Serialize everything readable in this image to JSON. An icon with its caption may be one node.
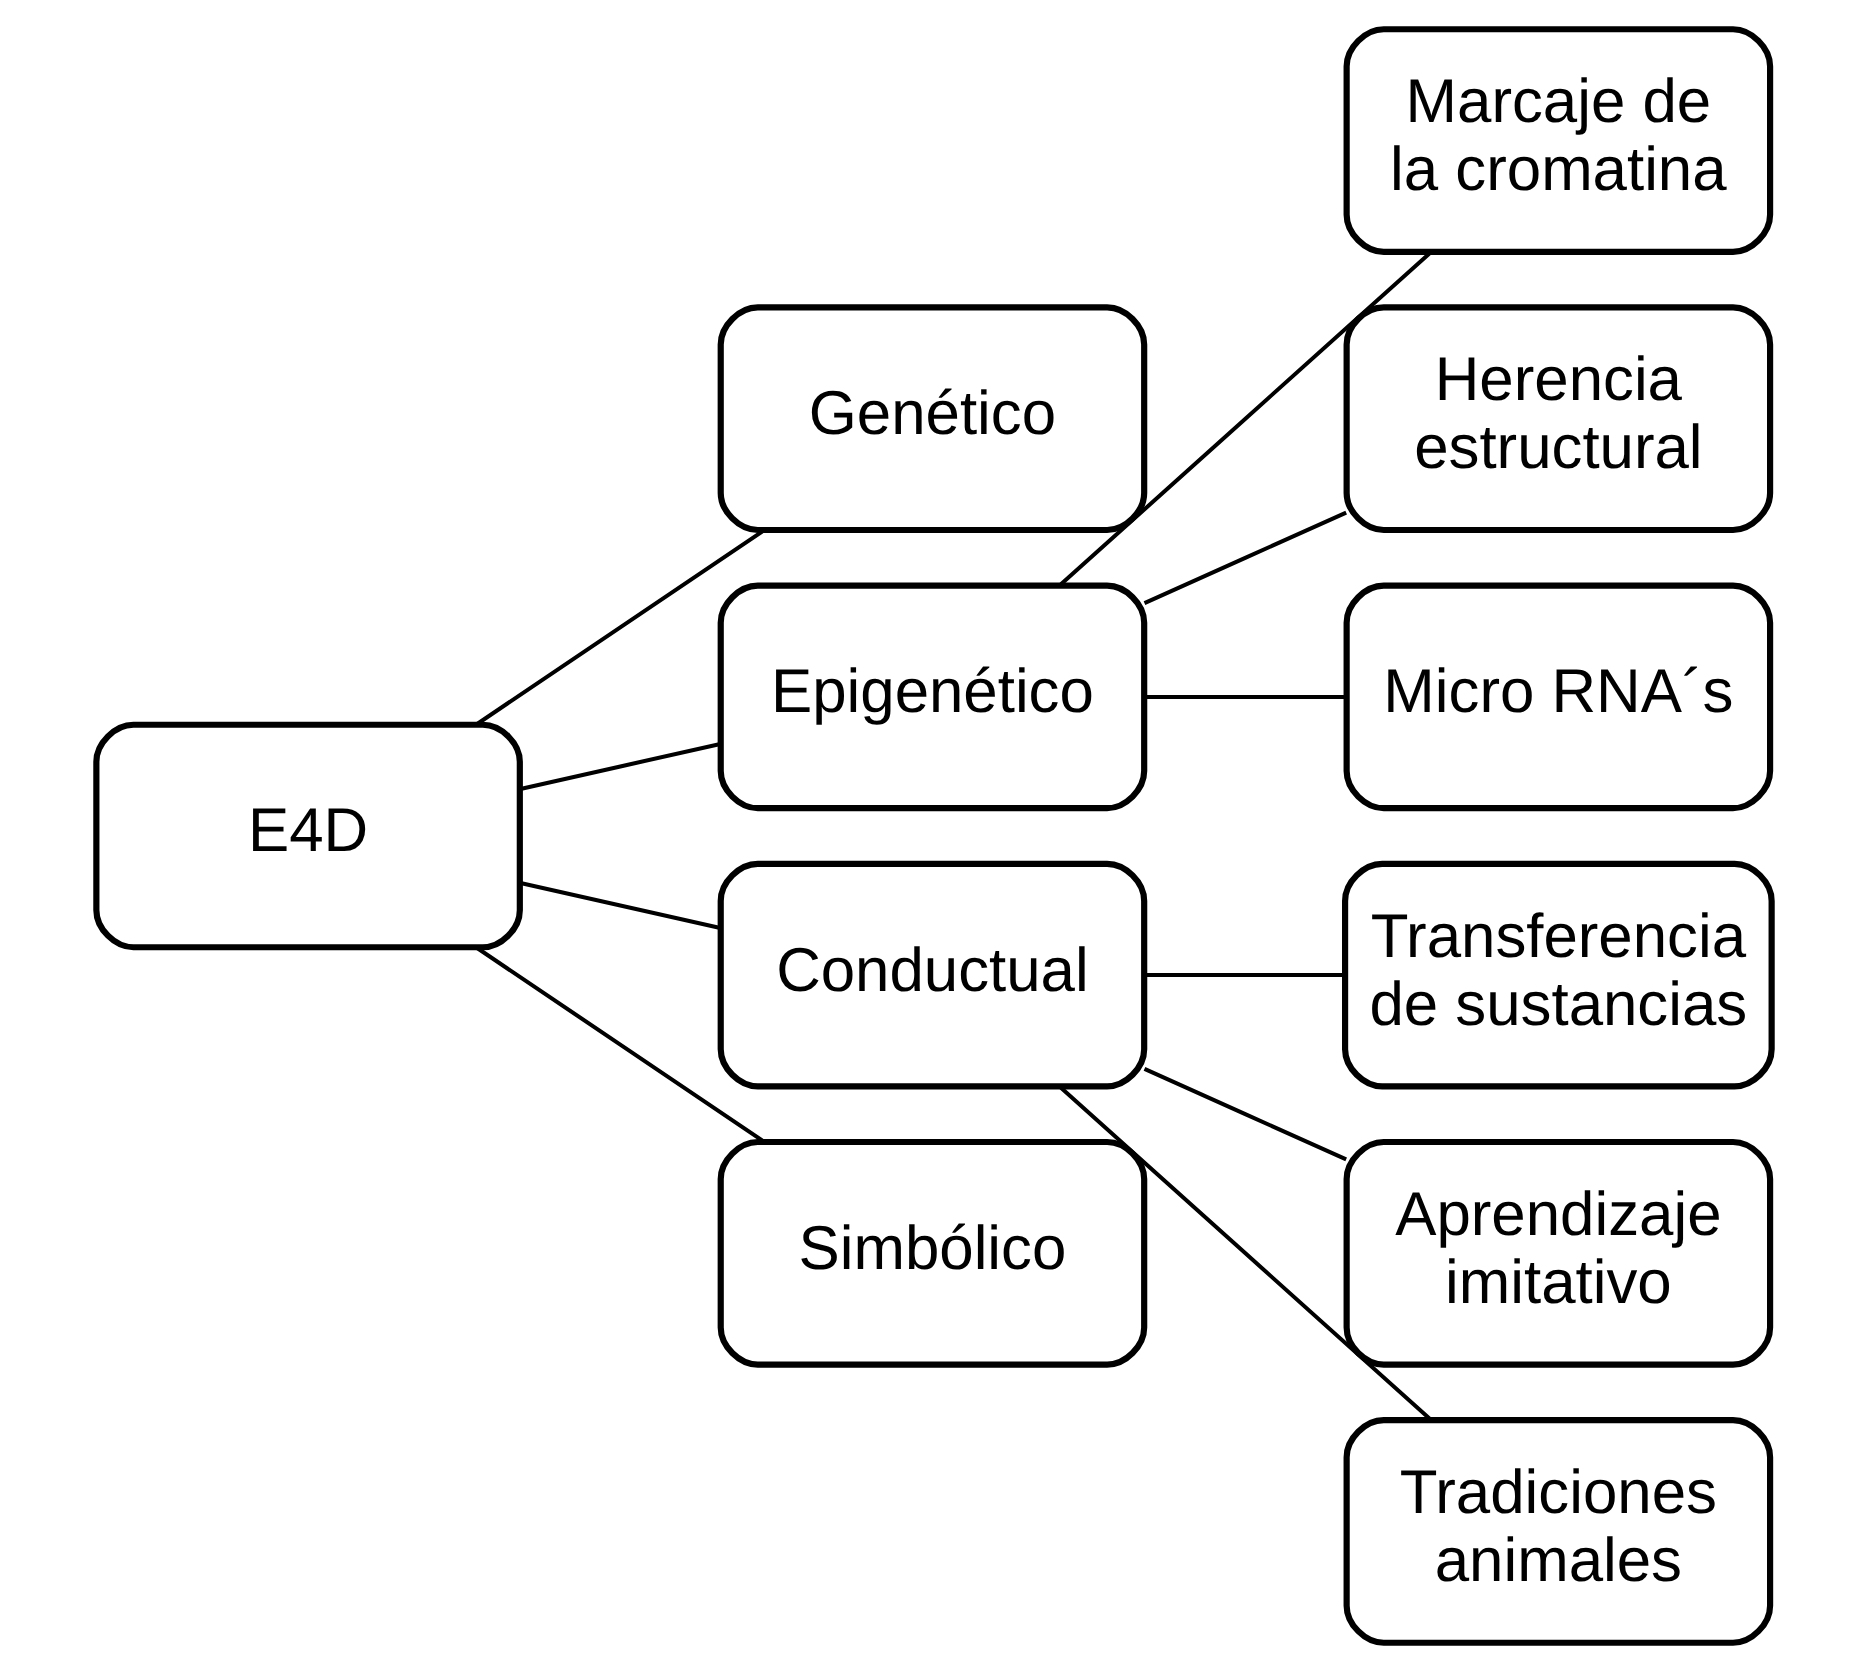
{
  "diagram": {
    "nodes": [
      {
        "text": [
          "E4D"
        ]
      },
      {
        "text": [
          "Genético"
        ]
      },
      {
        "text": [
          "Epigenético"
        ]
      },
      {
        "text": [
          "Marcaje de la cromatina"
        ]
      },
      {
        "text": [
          "Herencia estructural"
        ]
      },
      {
        "text": [
          "Micro RNA´s"
        ]
      },
      {
        "text": [
          "Conductual"
        ]
      },
      {
        "text": [
          "Transferencia de sustancias"
        ]
      },
      {
        "text": [
          "Aprendizaje imitativo"
        ]
      },
      {
        "text": [
          "Tradiciones animales"
        ]
      },
      {
        "text": [
          "Simbólico"
        ]
      }
    ],
    "edges": [
      {
        "from": 0,
        "to": 1,
        "arrow": "none"
      },
      {
        "from": 0,
        "to": 2,
        "arrow": "none"
      },
      {
        "from": 0,
        "to": 6,
        "arrow": "none"
      },
      {
        "from": 0,
        "to": 10,
        "arrow": "none"
      },
      {
        "from": 2,
        "to": 3,
        "arrow": "none"
      },
      {
        "from": 2,
        "to": 4,
        "arrow": "none"
      },
      {
        "from": 2,
        "to": 5,
        "arrow": "none"
      },
      {
        "from": 6,
        "to": 7,
        "arrow": "none"
      },
      {
        "from": 6,
        "to": 8,
        "arrow": "none"
      },
      {
        "from": 6,
        "to": 9,
        "arrow": "none"
      }
    ]
  }
}
